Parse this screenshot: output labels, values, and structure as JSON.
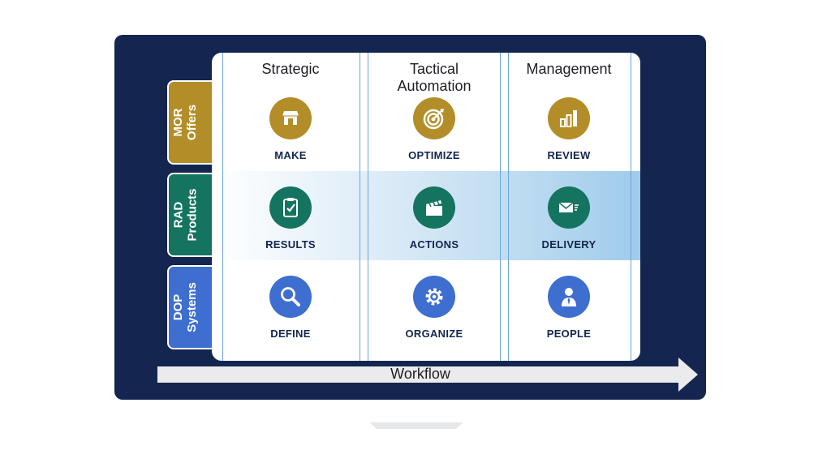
{
  "rows": [
    {
      "line1": "MOR",
      "line2": "Offers",
      "color": "#b38e28"
    },
    {
      "line1": "RAD",
      "line2": "Products",
      "color": "#157460"
    },
    {
      "line1": "DOP",
      "line2": "Systems",
      "color": "#3e6ecf"
    }
  ],
  "columns": [
    {
      "line1": "Strategic",
      "line2": ""
    },
    {
      "line1": "Tactical",
      "line2": "Automation"
    },
    {
      "line1": "Management",
      "line2": ""
    }
  ],
  "cells": {
    "make": {
      "label": "MAKE",
      "icon": "storefront-icon"
    },
    "optimize": {
      "label": "OPTIMIZE",
      "icon": "target-icon"
    },
    "review": {
      "label": "REVIEW",
      "icon": "bar-chart-icon"
    },
    "results": {
      "label": "RESULTS",
      "icon": "clipboard-check-icon"
    },
    "actions": {
      "label": "ACTIONS",
      "icon": "clapperboard-icon"
    },
    "delivery": {
      "label": "DELIVERY",
      "icon": "envelope-icon"
    },
    "define": {
      "label": "DEFINE",
      "icon": "magnifier-icon"
    },
    "organize": {
      "label": "ORGANIZE",
      "icon": "gear-icon"
    },
    "people": {
      "label": "PEOPLE",
      "icon": "person-icon"
    }
  },
  "workflow": {
    "label": "Workflow"
  },
  "colors": {
    "navy": "#142650",
    "gold": "#b38e28",
    "green": "#157460",
    "blue": "#3e6ecf",
    "highlight": "#9fcbec"
  }
}
